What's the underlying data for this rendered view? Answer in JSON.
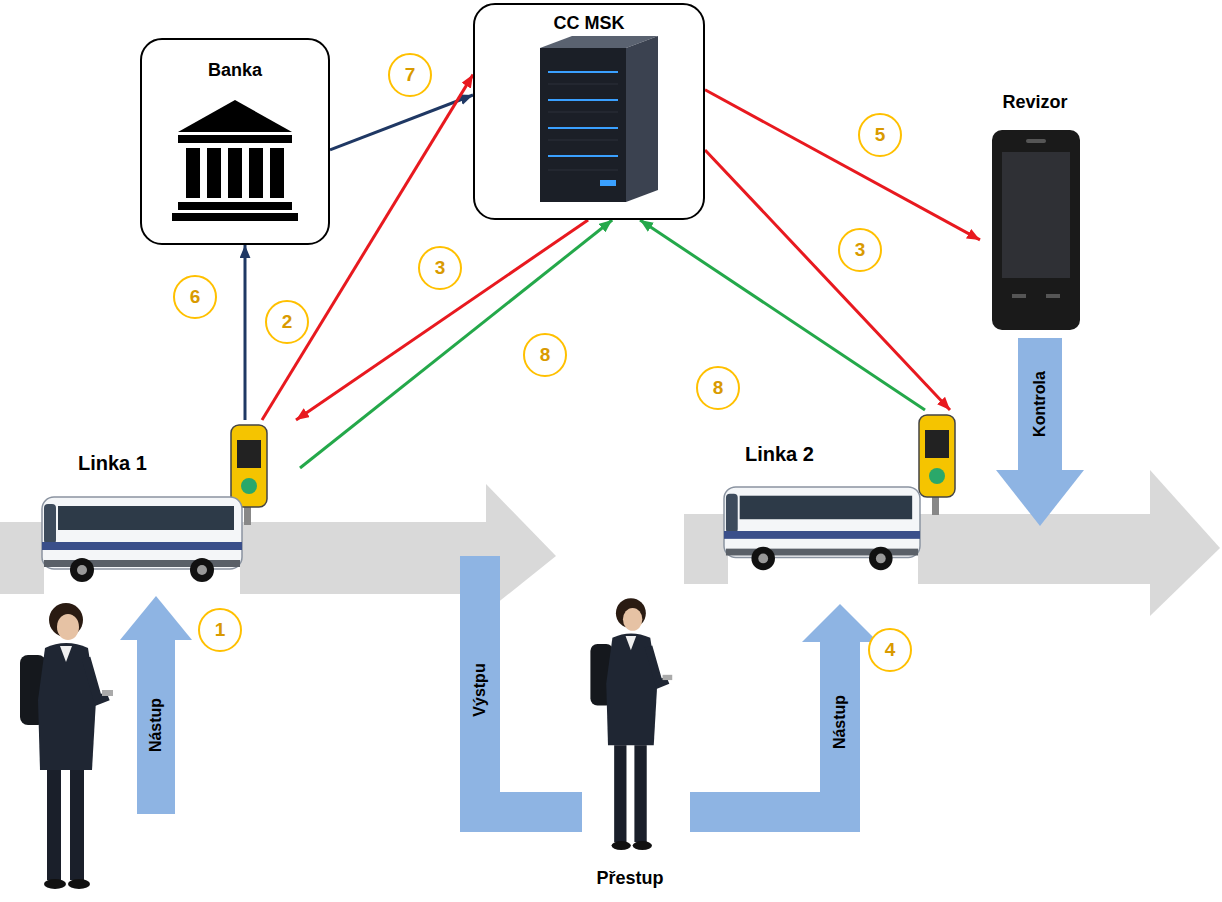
{
  "diagram": {
    "nodes": [
      {
        "text": [
          "Banka"
        ]
      },
      {
        "text": [
          "CC MSK"
        ]
      },
      {
        "text": [
          "Revizor"
        ]
      },
      {
        "text": [
          "Linka 1"
        ]
      },
      {
        "text": [
          "Linka 2"
        ]
      }
    ],
    "edges": [
      {
        "from": 3,
        "to": 0,
        "arrow": "to"
      },
      {
        "from": 0,
        "to": 1,
        "arrow": "to"
      },
      {
        "from": 3,
        "to": 1,
        "arrow": "to"
      },
      {
        "from": 1,
        "to": 3,
        "arrow": "to"
      },
      {
        "from": 1,
        "to": 4,
        "arrow": "to"
      },
      {
        "from": 1,
        "to": 2,
        "arrow": "to"
      },
      {
        "from": 3,
        "to": 1,
        "arrow": "to"
      },
      {
        "from": 4,
        "to": 1,
        "arrow": "to"
      }
    ],
    "labels": [
      "7",
      "5",
      "6",
      "2",
      "3",
      "3",
      "8",
      "8",
      "1",
      "4",
      "Nástup",
      "Výstpu",
      "Nástup",
      "Kontrola",
      "Přestup"
    ]
  }
}
